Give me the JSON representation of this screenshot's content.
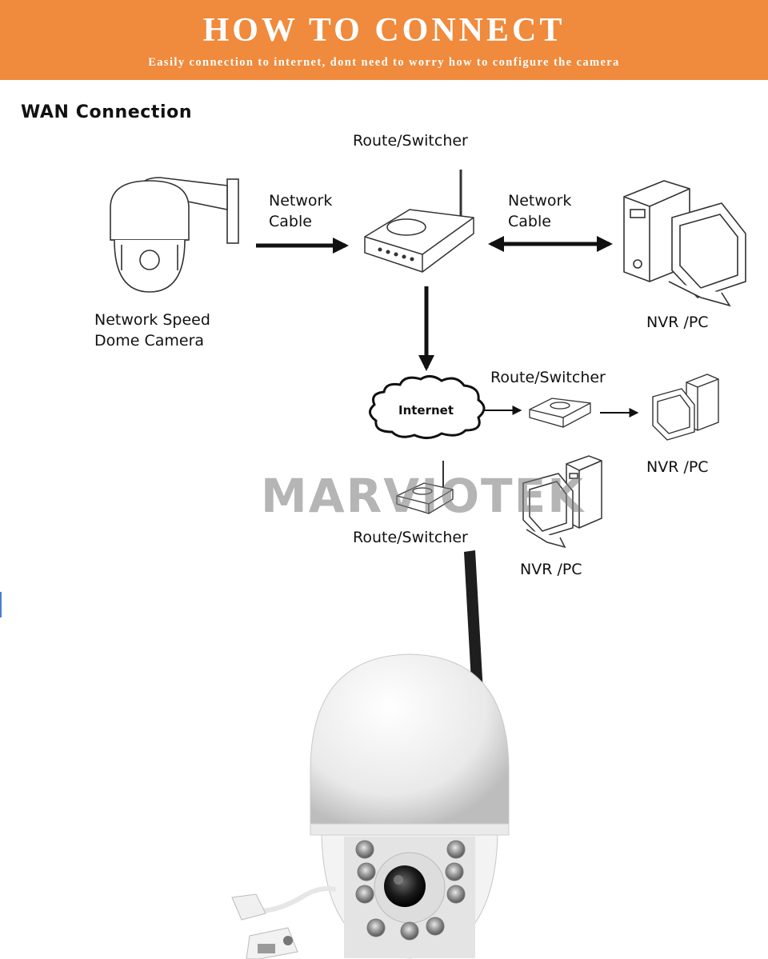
{
  "banner": {
    "title": "HOW TO CONNECT",
    "subtitle": "Easily connection to internet, dont need to worry how to configure the camera",
    "color": "#f08a3c"
  },
  "section_title": "WAN Connection",
  "labels": {
    "router_top": "Route/Switcher",
    "cable_left": "Network\nCable",
    "cable_right": "Network\nCable",
    "camera_line1": "Network Speed",
    "camera_line2": "Dome Camera",
    "nvr_top": "NVR /PC",
    "internet": "Internet",
    "router_mid": "Route/Switcher",
    "nvr_mid": "NVR /PC",
    "router_bottom": "Route/Switcher",
    "nvr_bottom": "NVR /PC"
  },
  "watermark": "MARVIOTEK",
  "icons": {
    "dome_camera_drawing": "dome-camera-icon",
    "router": "router-icon",
    "computer": "computer-icon",
    "cloud": "cloud-icon",
    "product_camera": "wifi-ptz-dome-camera-photo"
  }
}
